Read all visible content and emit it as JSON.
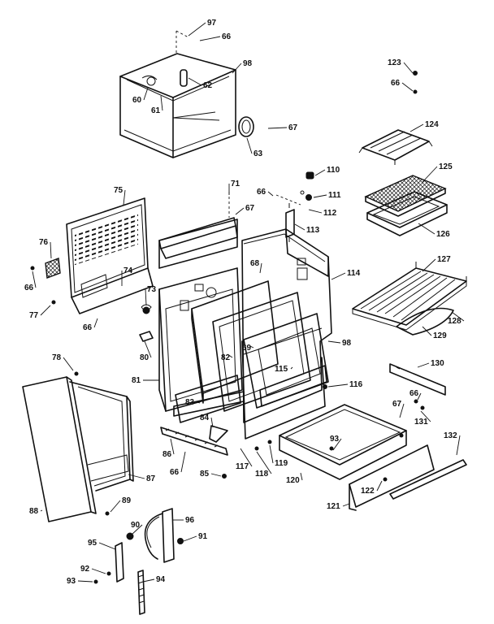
{
  "diagram": {
    "callouts": [
      {
        "id": "97"
      },
      {
        "id": "66"
      },
      {
        "id": "98"
      },
      {
        "id": "62"
      },
      {
        "id": "60"
      },
      {
        "id": "61"
      },
      {
        "id": "67"
      },
      {
        "id": "63"
      },
      {
        "id": "123"
      },
      {
        "id": "66"
      },
      {
        "id": "124"
      },
      {
        "id": "110"
      },
      {
        "id": "66"
      },
      {
        "id": "111"
      },
      {
        "id": "112"
      },
      {
        "id": "113"
      },
      {
        "id": "125"
      },
      {
        "id": "126"
      },
      {
        "id": "75"
      },
      {
        "id": "71"
      },
      {
        "id": "67"
      },
      {
        "id": "76"
      },
      {
        "id": "66"
      },
      {
        "id": "74"
      },
      {
        "id": "68"
      },
      {
        "id": "114"
      },
      {
        "id": "127"
      },
      {
        "id": "73"
      },
      {
        "id": "77"
      },
      {
        "id": "66"
      },
      {
        "id": "128"
      },
      {
        "id": "129"
      },
      {
        "id": "80"
      },
      {
        "id": "69"
      },
      {
        "id": "98"
      },
      {
        "id": "82"
      },
      {
        "id": "115"
      },
      {
        "id": "130"
      },
      {
        "id": "78"
      },
      {
        "id": "81"
      },
      {
        "id": "116"
      },
      {
        "id": "66"
      },
      {
        "id": "67"
      },
      {
        "id": "83"
      },
      {
        "id": "131"
      },
      {
        "id": "84"
      },
      {
        "id": "93"
      },
      {
        "id": "132"
      },
      {
        "id": "86"
      },
      {
        "id": "66"
      },
      {
        "id": "117"
      },
      {
        "id": "118"
      },
      {
        "id": "119"
      },
      {
        "id": "87"
      },
      {
        "id": "85"
      },
      {
        "id": "120"
      },
      {
        "id": "122"
      },
      {
        "id": "88"
      },
      {
        "id": "89"
      },
      {
        "id": "121"
      },
      {
        "id": "90"
      },
      {
        "id": "96"
      },
      {
        "id": "91"
      },
      {
        "id": "95"
      },
      {
        "id": "92"
      },
      {
        "id": "93"
      },
      {
        "id": "94"
      }
    ]
  }
}
